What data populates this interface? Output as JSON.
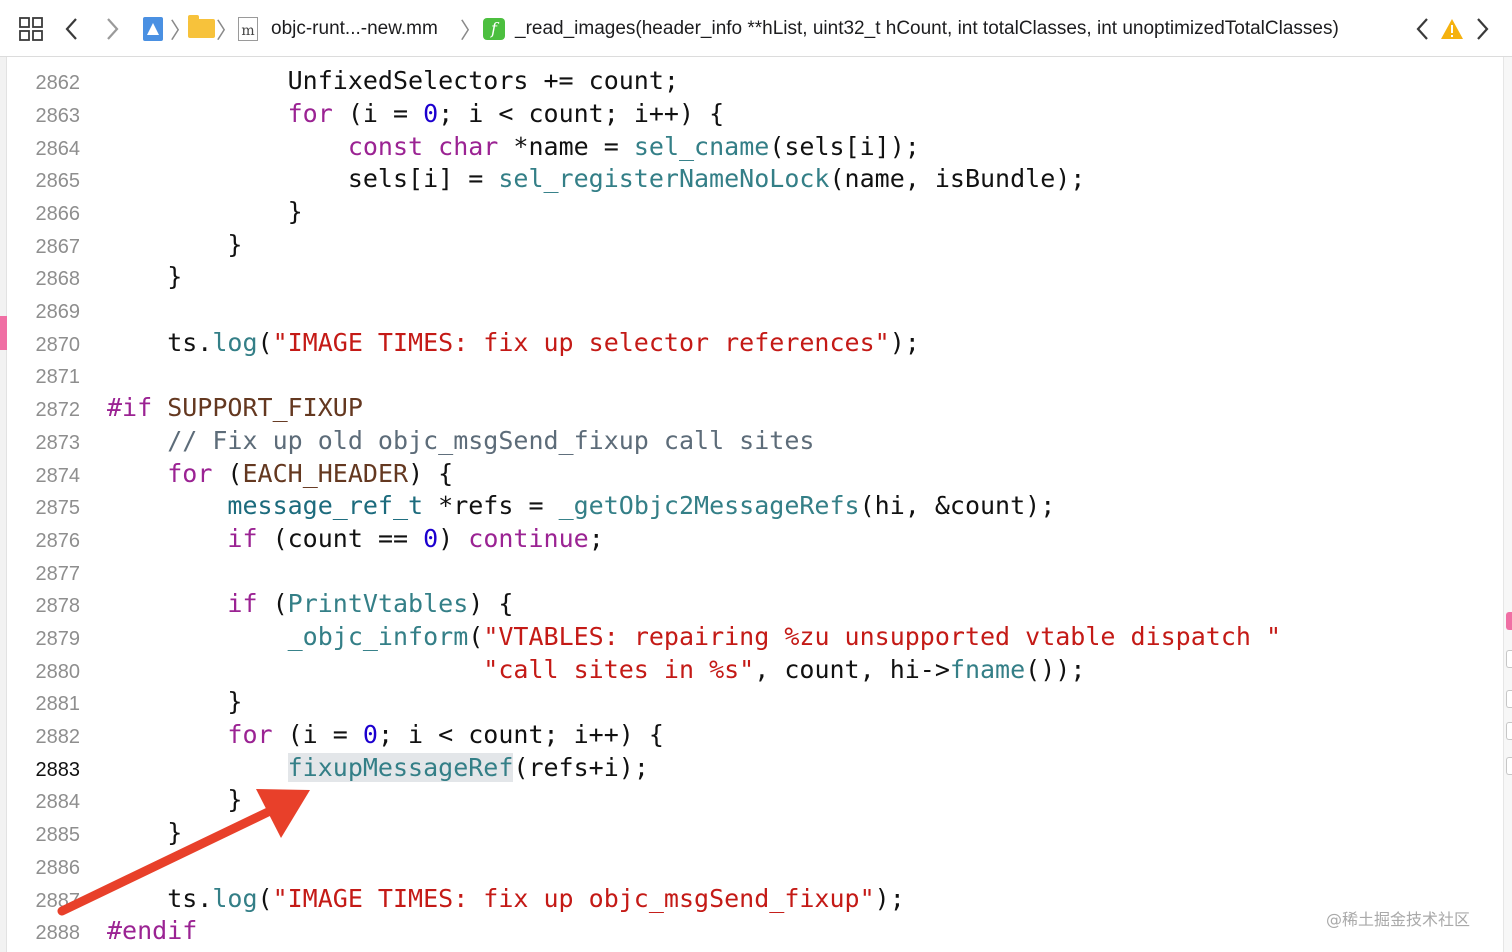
{
  "jumpbar": {
    "file_name": "objc-runt...-new.mm",
    "file_type_glyph": "m",
    "function_glyph": "f",
    "function_signature": "_read_images(header_info **hList, uint32_t hCount, int totalClasses, int unoptimizedTotalClasses)"
  },
  "editor": {
    "current_line": 2883,
    "lines": [
      {
        "n": "2862",
        "t": "            UnfixedSelectors += count;"
      },
      {
        "n": "2863",
        "t": "            for (i = 0; i < count; i++) {"
      },
      {
        "n": "2864",
        "t": "                const char *name = sel_cname(sels[i]);"
      },
      {
        "n": "2865",
        "t": "                sels[i] = sel_registerNameNoLock(name, isBundle);"
      },
      {
        "n": "2866",
        "t": "            }"
      },
      {
        "n": "2867",
        "t": "        }"
      },
      {
        "n": "2868",
        "t": "    }"
      },
      {
        "n": "2869",
        "t": ""
      },
      {
        "n": "2870",
        "t": "    ts.log(\"IMAGE TIMES: fix up selector references\");"
      },
      {
        "n": "2871",
        "t": ""
      },
      {
        "n": "2872",
        "t": "#if SUPPORT_FIXUP"
      },
      {
        "n": "2873",
        "t": "    // Fix up old objc_msgSend_fixup call sites"
      },
      {
        "n": "2874",
        "t": "    for (EACH_HEADER) {"
      },
      {
        "n": "2875",
        "t": "        message_ref_t *refs = _getObjc2MessageRefs(hi, &count);"
      },
      {
        "n": "2876",
        "t": "        if (count == 0) continue;"
      },
      {
        "n": "2877",
        "t": ""
      },
      {
        "n": "2878",
        "t": "        if (PrintVtables) {"
      },
      {
        "n": "2879",
        "t": "            _objc_inform(\"VTABLES: repairing %zu unsupported vtable dispatch \""
      },
      {
        "n": "2880",
        "t": "                         \"call sites in %s\", count, hi->fname());"
      },
      {
        "n": "2881",
        "t": "        }"
      },
      {
        "n": "2882",
        "t": "        for (i = 0; i < count; i++) {"
      },
      {
        "n": "2883",
        "t": "            fixupMessageRef(refs+i);"
      },
      {
        "n": "2884",
        "t": "        }"
      },
      {
        "n": "2885",
        "t": "    }"
      },
      {
        "n": "2886",
        "t": ""
      },
      {
        "n": "2887",
        "t": "    ts.log(\"IMAGE TIMES: fix up objc_msgSend_fixup\");"
      },
      {
        "n": "2888",
        "t": "#endif"
      }
    ]
  },
  "annotation": {
    "arrow_color": "#e8402a",
    "target_text": "fixupMessageRef"
  },
  "watermark": "@稀土掘金技术社区",
  "colors": {
    "keyword": "#9b2393",
    "string": "#c41a16",
    "number": "#1c00cf",
    "preprocessor": "#643820",
    "comment": "#5d6c79",
    "function": "#347f87",
    "type": "#1c6b7d"
  }
}
